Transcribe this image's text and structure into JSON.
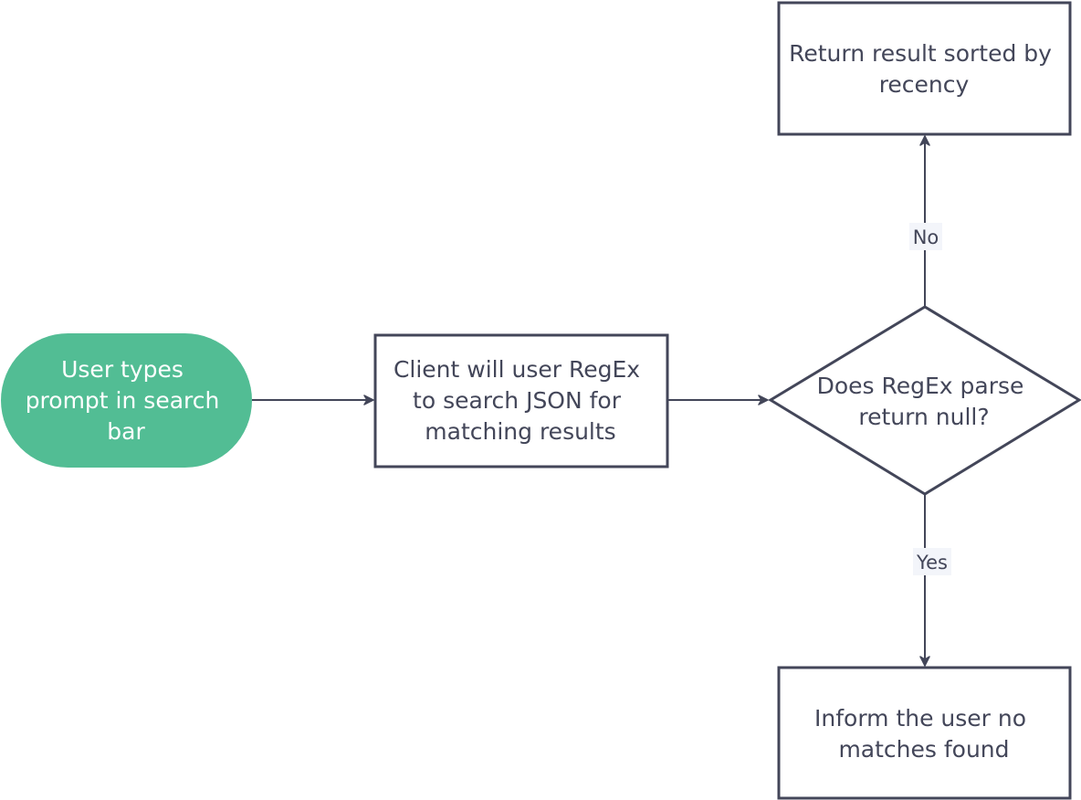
{
  "colors": {
    "stroke": "#434659",
    "text": "#434659",
    "start_fill": "#52bd94",
    "start_text": "#ffffff",
    "label_bg": "#f3f5fa"
  },
  "nodes": {
    "start": {
      "lines": [
        "User types",
        "prompt in search",
        "bar"
      ]
    },
    "search": {
      "lines": [
        "Client will user RegEx",
        "to search JSON for",
        "matching results"
      ]
    },
    "decision": {
      "lines": [
        "Does RegEx parse",
        "return null?"
      ]
    },
    "return_sorted": {
      "lines": [
        "Return result sorted by",
        "recency"
      ]
    },
    "no_matches": {
      "lines": [
        "Inform the user no",
        "matches found"
      ]
    }
  },
  "edges": {
    "no_label": "No",
    "yes_label": "Yes"
  }
}
